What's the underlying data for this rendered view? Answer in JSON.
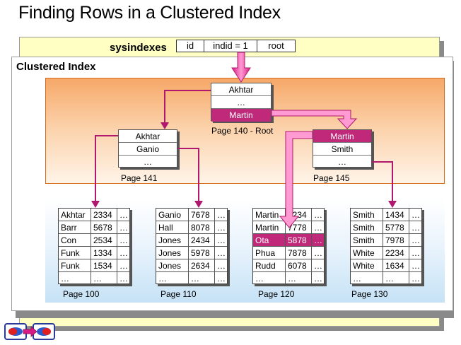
{
  "title": "Finding Rows in a Clustered Index",
  "sysindexes": {
    "label": "sysindexes",
    "columns": [
      "id",
      "indid = 1",
      "root"
    ]
  },
  "clustered_index": {
    "label": "Clustered Index"
  },
  "root_page": {
    "caption": "Page 140 - Root",
    "entries": [
      "Akhtar",
      "…",
      "Martin"
    ]
  },
  "page_141": {
    "caption": "Page 141",
    "entries": [
      "Akhtar",
      "Ganio",
      "…"
    ]
  },
  "page_145": {
    "caption": "Page 145",
    "entries": [
      "Martin",
      "Smith",
      "…"
    ]
  },
  "leaf_pages": [
    {
      "caption": "Page 100",
      "rows": [
        [
          "Akhtar",
          "2334",
          "…"
        ],
        [
          "Barr",
          "5678",
          "…"
        ],
        [
          "Con",
          "2534",
          "…"
        ],
        [
          "Funk",
          "1334",
          "…"
        ],
        [
          "Funk",
          "1534",
          "…"
        ],
        [
          "…",
          "…",
          "…"
        ]
      ]
    },
    {
      "caption": "Page 110",
      "rows": [
        [
          "Ganio",
          "7678",
          "…"
        ],
        [
          "Hall",
          "8078",
          "…"
        ],
        [
          "Jones",
          "2434",
          "…"
        ],
        [
          "Jones",
          "5978",
          "…"
        ],
        [
          "Jones",
          "2634",
          "…"
        ],
        [
          "…",
          "…",
          "…"
        ]
      ]
    },
    {
      "caption": "Page 120",
      "rows": [
        [
          "Martin",
          "1234",
          "…"
        ],
        [
          "Martin",
          "7778",
          "…"
        ],
        [
          "Ota",
          "5878",
          "…"
        ],
        [
          "Phua",
          "7878",
          "…"
        ],
        [
          "Rudd",
          "6078",
          "…"
        ],
        [
          "…",
          "…",
          "…"
        ]
      ]
    },
    {
      "caption": "Page 130",
      "rows": [
        [
          "Smith",
          "1434",
          "…"
        ],
        [
          "Smith",
          "5778",
          "…"
        ],
        [
          "Smith",
          "7978",
          "…"
        ],
        [
          "White",
          "2234",
          "…"
        ],
        [
          "White",
          "1634",
          "…"
        ],
        [
          "…",
          "…",
          "…"
        ]
      ]
    }
  ],
  "highlight_color": "#c0287a",
  "icons": [
    "previous-slide-icon",
    "next-slide-icon"
  ]
}
